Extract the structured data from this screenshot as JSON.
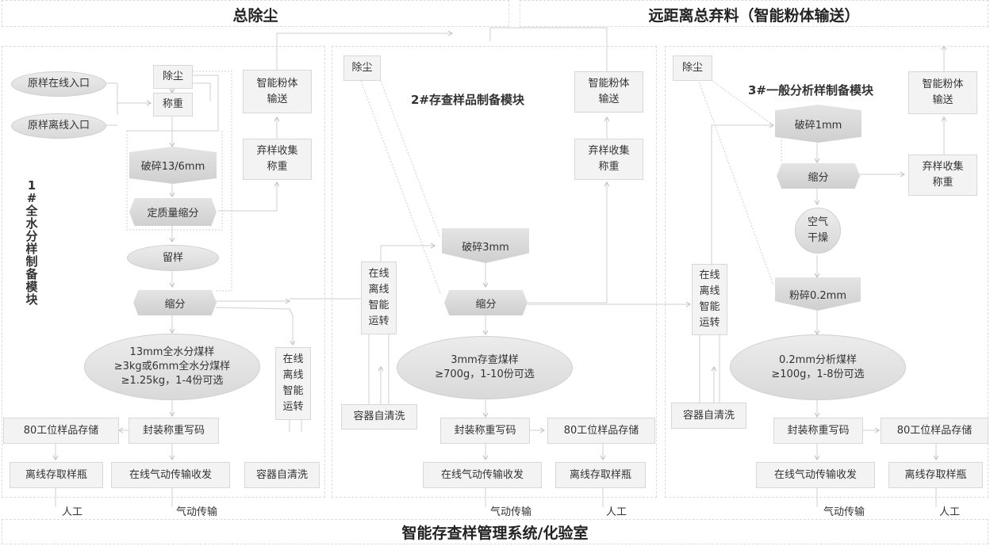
{
  "header": {
    "left_title": "总除尘",
    "right_title": "远距离总弃料（智能粉体输送）",
    "bottom_title": "智能存查样管理系统/化验室"
  },
  "module1": {
    "title": "1#全水分样制备模块",
    "entry_online": "原样在线入口",
    "entry_offline": "原样离线入口",
    "dust": "除尘",
    "weigh": "称重",
    "crush": "破碎13/6mm",
    "mass_divide": "定质量缩分",
    "retain": "留样",
    "divide": "缩分",
    "sample_oval": "13mm全水分煤样\n≥3kg或6mm全水分煤样\n≥1.25kg，1-4份可选",
    "seal": "封装称重写码",
    "storage80": "80工位样品存储",
    "offline_bottle": "离线存取样瓶",
    "pneumatic": "在线气动传输收发",
    "online_run": "在线\n离线\n智能\n运转",
    "self_clean": "容器自清洗",
    "powder": "智能粉体\n输送",
    "waste": "弃样收集\n称重",
    "manual_label": "人工",
    "pneumatic_label": "气动传输"
  },
  "module2": {
    "title": "2#存查样品制备模块",
    "dust": "除尘",
    "online_run": "在线\n离线\n智能\n运转",
    "self_clean": "容器自清洗",
    "crush": "破碎3mm",
    "divide": "缩分",
    "sample_oval": "3mm存查煤样\n≥700g，1-10份可选",
    "seal": "封装称重写码",
    "storage80": "80工位样品存储",
    "pneumatic": "在线气动传输收发",
    "offline_bottle": "离线存取样瓶",
    "powder": "智能粉体\n输送",
    "waste": "弃样收集\n称重",
    "pneumatic_label": "气动传输",
    "manual_label": "人工"
  },
  "module3": {
    "title": "3#一般分析样制备模块",
    "dust": "除尘",
    "online_run": "在线\n离线\n智能\n运转",
    "self_clean": "容器自清洗",
    "crush": "破碎1mm",
    "divide": "缩分",
    "air_dry": "空气\n干燥",
    "pulverize": "粉碎0.2mm",
    "sample_oval": "0.2mm分析煤样\n≥100g，1-8份可选",
    "seal": "封装称重写码",
    "storage80": "80工位样品存储",
    "pneumatic": "在线气动传输收发",
    "offline_bottle": "离线存取样瓶",
    "powder": "智能粉体\n输送",
    "waste": "弃样收集\n称重",
    "pneumatic_label": "气动传输",
    "manual_label": "人工"
  }
}
